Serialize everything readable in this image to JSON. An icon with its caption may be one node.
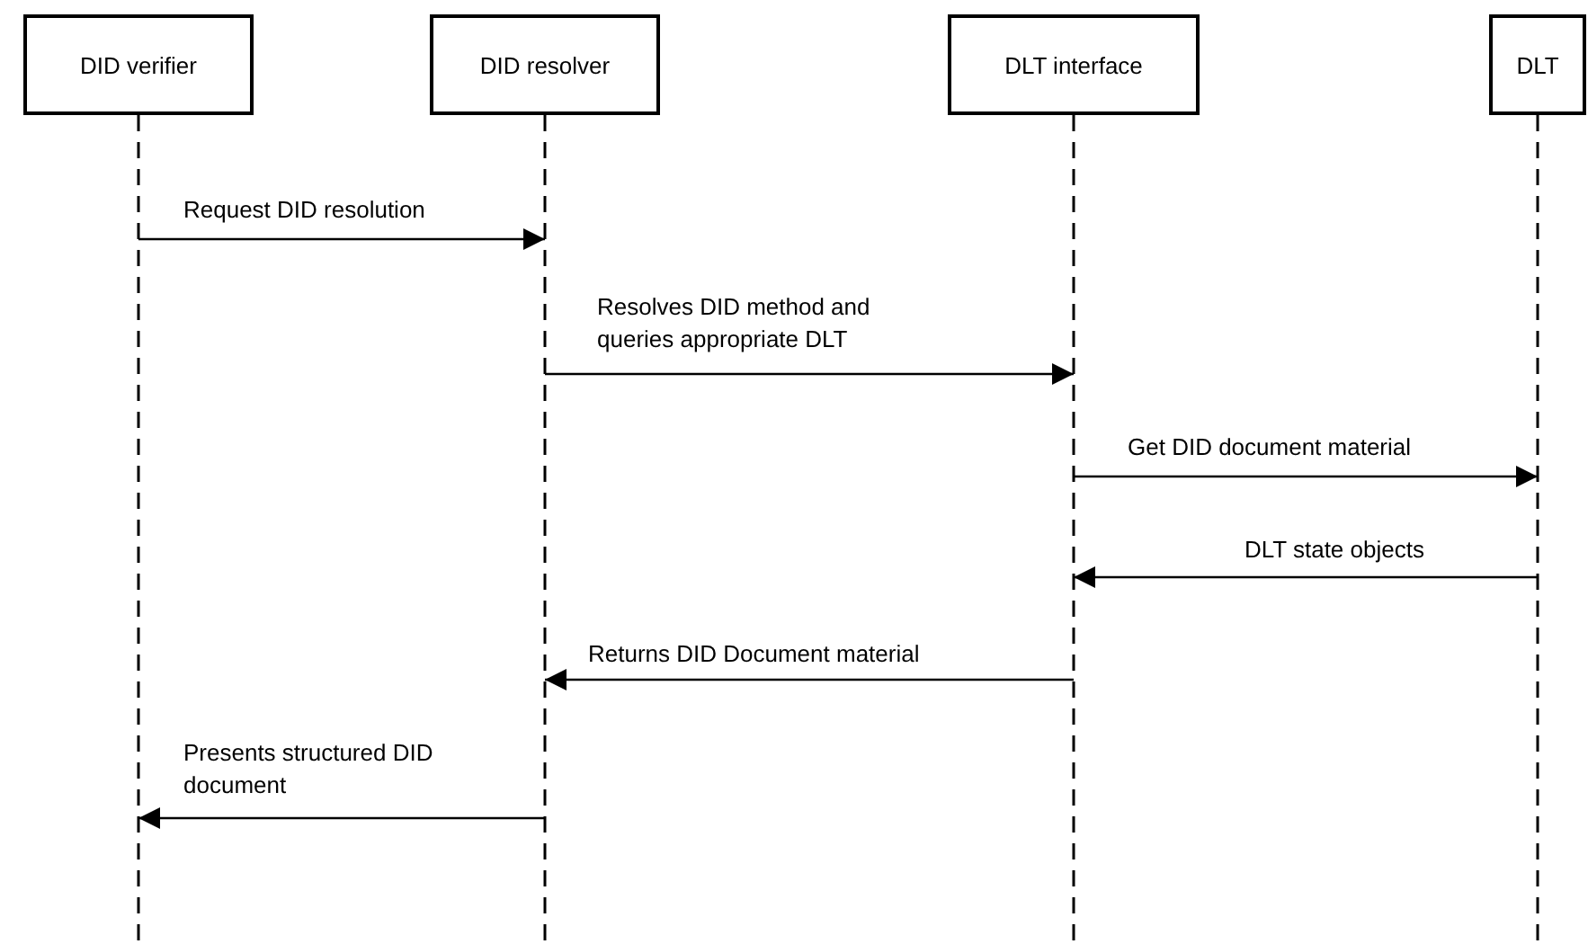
{
  "diagram": {
    "nodes": [
      {
        "text": [
          "DID verifier"
        ]
      },
      {
        "text": [
          "DID resolver"
        ]
      },
      {
        "text": [
          "DLT interface"
        ]
      },
      {
        "text": [
          "DLT"
        ]
      }
    ],
    "edges": [
      {
        "from": 0,
        "to": 1,
        "arrow": "to",
        "label": "Request DID resolution"
      },
      {
        "from": 1,
        "to": 2,
        "arrow": "to",
        "label": "Resolves DID method and queries appropriate DLT"
      },
      {
        "from": 2,
        "to": 3,
        "arrow": "to",
        "label": "Get DID document material"
      },
      {
        "from": 3,
        "to": 2,
        "arrow": "to",
        "label": "DLT state objects"
      },
      {
        "from": 2,
        "to": 1,
        "arrow": "to",
        "label": "Returns DID Document material"
      },
      {
        "from": 1,
        "to": 0,
        "arrow": "to",
        "label": "Presents structured DID document"
      }
    ]
  }
}
